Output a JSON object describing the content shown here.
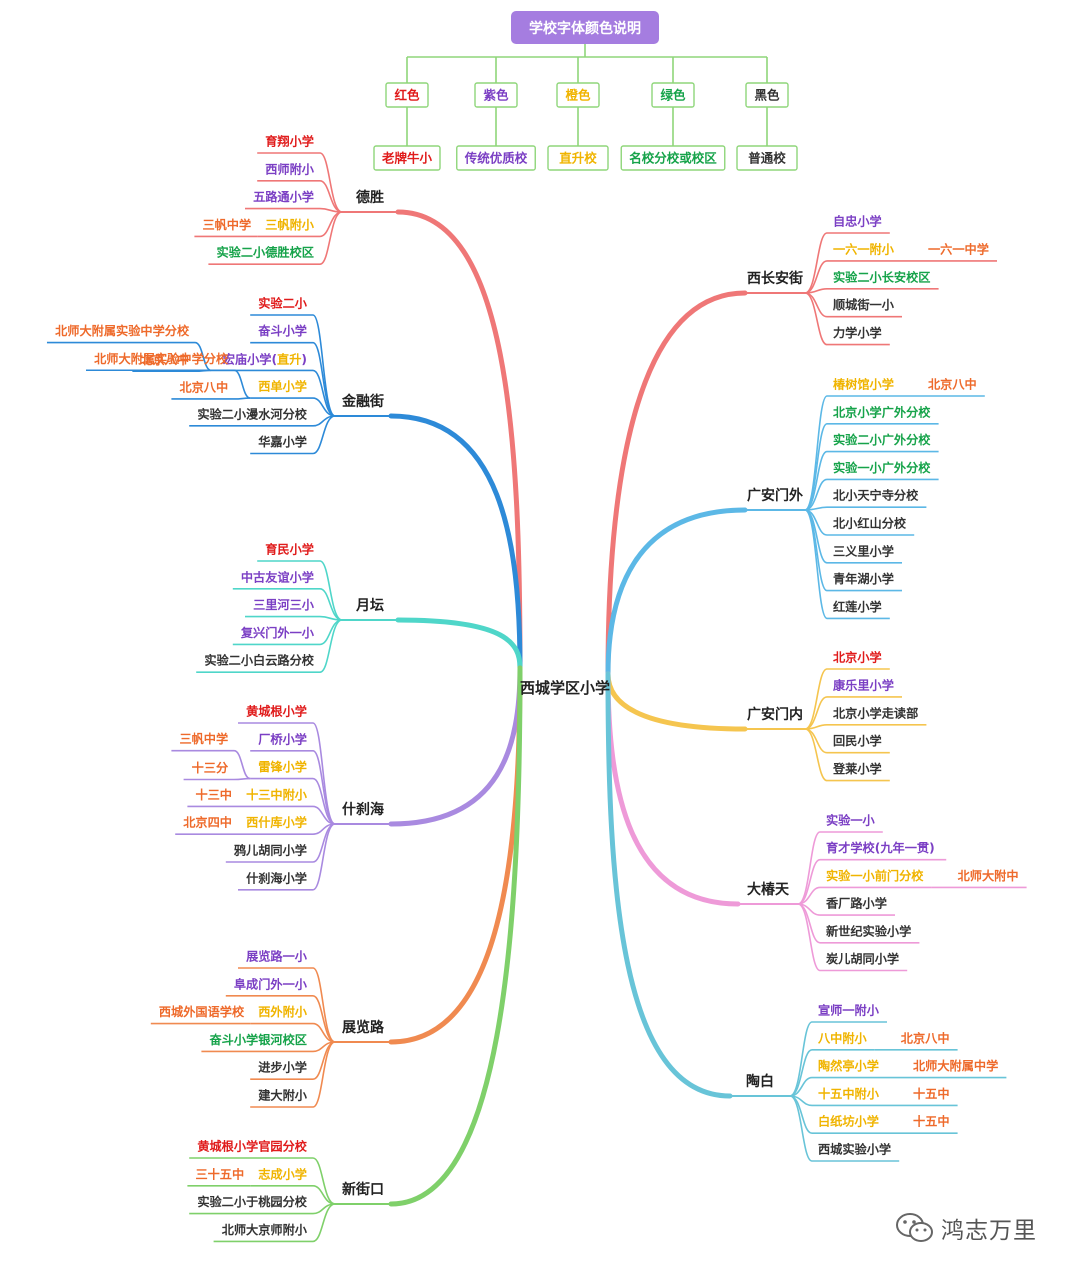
{
  "legend": {
    "title": "学校字体颜色说明",
    "items": [
      {
        "color_name": "红色",
        "meaning": "老牌牛小",
        "color": "#e01b1b"
      },
      {
        "color_name": "紫色",
        "meaning": "传统优质校",
        "color": "#7b3fc4"
      },
      {
        "color_name": "橙色",
        "meaning": "直升校",
        "color": "#f0b400"
      },
      {
        "color_name": "绿色",
        "meaning": "名校分校或校区",
        "color": "#16a34a"
      },
      {
        "color_name": "黑色",
        "meaning": "普通校",
        "color": "#333333"
      }
    ]
  },
  "center": "西城学区小学",
  "colors": {
    "red": "#e01b1b",
    "purple": "#7b3fc4",
    "yellow": "#f0b400",
    "green": "#16a34a",
    "black": "#333333",
    "orange": "#ee6a2b"
  },
  "branches": [
    {
      "name": "德胜",
      "side": "left",
      "color": "#ef7777",
      "children": [
        {
          "label": "育翔小学",
          "c": "red"
        },
        {
          "label": "西师附小",
          "c": "purple"
        },
        {
          "label": "五路通小学",
          "c": "purple"
        },
        {
          "label": "三帆附小",
          "c": "yellow",
          "extra": "三帆中学"
        },
        {
          "label": "实验二小德胜校区",
          "c": "green"
        }
      ]
    },
    {
      "name": "金融街",
      "side": "left",
      "color": "#2d8ad8",
      "children": [
        {
          "label": "实验二小",
          "c": "red"
        },
        {
          "label": "奋斗小学",
          "c": "purple"
        },
        {
          "label": "宏庙小学(",
          "label2": "直升",
          "label3": ")",
          "c": "purple",
          "extras": [
            "北师大附属实验中学分校",
            "北京八中"
          ]
        },
        {
          "label": "西单小学",
          "c": "yellow",
          "extras": [
            "北师大附属实验中学分校",
            "北京八中"
          ]
        },
        {
          "label": "实验二小漫水河分校",
          "c": "black"
        },
        {
          "label": "华嘉小学",
          "c": "black"
        }
      ]
    },
    {
      "name": "月坛",
      "side": "left",
      "color": "#4fd6c9",
      "children": [
        {
          "label": "育民小学",
          "c": "red"
        },
        {
          "label": "中古友谊小学",
          "c": "purple"
        },
        {
          "label": "三里河三小",
          "c": "purple"
        },
        {
          "label": "复兴门外一小",
          "c": "purple"
        },
        {
          "label": "实验二小白云路分校",
          "c": "black"
        }
      ]
    },
    {
      "name": "什刹海",
      "side": "left",
      "color": "#a98ae0",
      "children": [
        {
          "label": "黄城根小学",
          "c": "red"
        },
        {
          "label": "厂桥小学",
          "c": "purple"
        },
        {
          "label": "雷锋小学",
          "c": "yellow",
          "extras": [
            "三帆中学",
            "十三分"
          ]
        },
        {
          "label": "十三中附小",
          "c": "yellow",
          "extra": "十三中"
        },
        {
          "label": "西什库小学",
          "c": "yellow",
          "extra": "北京四中"
        },
        {
          "label": "鸦儿胡同小学",
          "c": "black"
        },
        {
          "label": "什刹海小学",
          "c": "black"
        }
      ]
    },
    {
      "name": "展览路",
      "side": "left",
      "color": "#f08a50",
      "children": [
        {
          "label": "展览路一小",
          "c": "purple"
        },
        {
          "label": "阜成门外一小",
          "c": "purple"
        },
        {
          "label": "西外附小",
          "c": "yellow",
          "extra": "西城外国语学校"
        },
        {
          "label": "奋斗小学银河校区",
          "c": "green"
        },
        {
          "label": "进步小学",
          "c": "black"
        },
        {
          "label": "建大附小",
          "c": "black"
        }
      ]
    },
    {
      "name": "新街口",
      "side": "left",
      "color": "#7fd06a",
      "children": [
        {
          "label": "黄城根小学官园分校",
          "c": "red"
        },
        {
          "label": "志成小学",
          "c": "yellow",
          "extra": "三十五中"
        },
        {
          "label": "实验二小于桃园分校",
          "c": "black"
        },
        {
          "label": "北师大京师附小",
          "c": "black"
        }
      ]
    },
    {
      "name": "西长安街",
      "side": "right",
      "color": "#ef7777",
      "children": [
        {
          "label": "自忠小学",
          "c": "purple"
        },
        {
          "label": "一六一附小",
          "c": "yellow",
          "extra": "一六一中学"
        },
        {
          "label": "实验二小长安校区",
          "c": "green"
        },
        {
          "label": "顺城街一小",
          "c": "black"
        },
        {
          "label": "力学小学",
          "c": "black"
        }
      ]
    },
    {
      "name": "广安门外",
      "side": "right",
      "color": "#5cb8e6",
      "children": [
        {
          "label": "椿树馆小学",
          "c": "yellow",
          "extra": "北京八中"
        },
        {
          "label": "北京小学广外分校",
          "c": "green"
        },
        {
          "label": "实验二小广外分校",
          "c": "green"
        },
        {
          "label": "实验一小广外分校",
          "c": "green"
        },
        {
          "label": "北小天宁寺分校",
          "c": "black"
        },
        {
          "label": "北小红山分校",
          "c": "black"
        },
        {
          "label": "三义里小学",
          "c": "black"
        },
        {
          "label": "青年湖小学",
          "c": "black"
        },
        {
          "label": "红莲小学",
          "c": "black"
        }
      ]
    },
    {
      "name": "广安门内",
      "side": "right",
      "color": "#f5c54f",
      "children": [
        {
          "label": "北京小学",
          "c": "red"
        },
        {
          "label": "康乐里小学",
          "c": "purple"
        },
        {
          "label": "北京小学走读部",
          "c": "black"
        },
        {
          "label": "回民小学",
          "c": "black"
        },
        {
          "label": "登莱小学",
          "c": "black"
        }
      ]
    },
    {
      "name": "大椿天",
      "side": "right",
      "color": "#ee9ad8",
      "children": [
        {
          "label": "实验一小",
          "c": "purple"
        },
        {
          "label": "育才学校(九年一贯)",
          "c": "purple"
        },
        {
          "label": "实验一小前门分校",
          "c": "yellow",
          "extra": "北师大附中"
        },
        {
          "label": "香厂路小学",
          "c": "black"
        },
        {
          "label": "新世纪实验小学",
          "c": "black"
        },
        {
          "label": "炭儿胡同小学",
          "c": "black"
        }
      ]
    },
    {
      "name": "陶白",
      "side": "right",
      "color": "#68c4d8",
      "children": [
        {
          "label": "宣师一附小",
          "c": "purple"
        },
        {
          "label": "八中附小",
          "c": "yellow",
          "extra": "北京八中"
        },
        {
          "label": "陶然亭小学",
          "c": "yellow",
          "extra": "北师大附属中学"
        },
        {
          "label": "十五中附小",
          "c": "yellow",
          "extra": "十五中"
        },
        {
          "label": "白纸坊小学",
          "c": "yellow",
          "extra": "十五中"
        },
        {
          "label": "西城实验小学",
          "c": "black"
        }
      ]
    }
  ],
  "watermark": {
    "text": "鸿志万里",
    "icon": "wechat-icon"
  }
}
